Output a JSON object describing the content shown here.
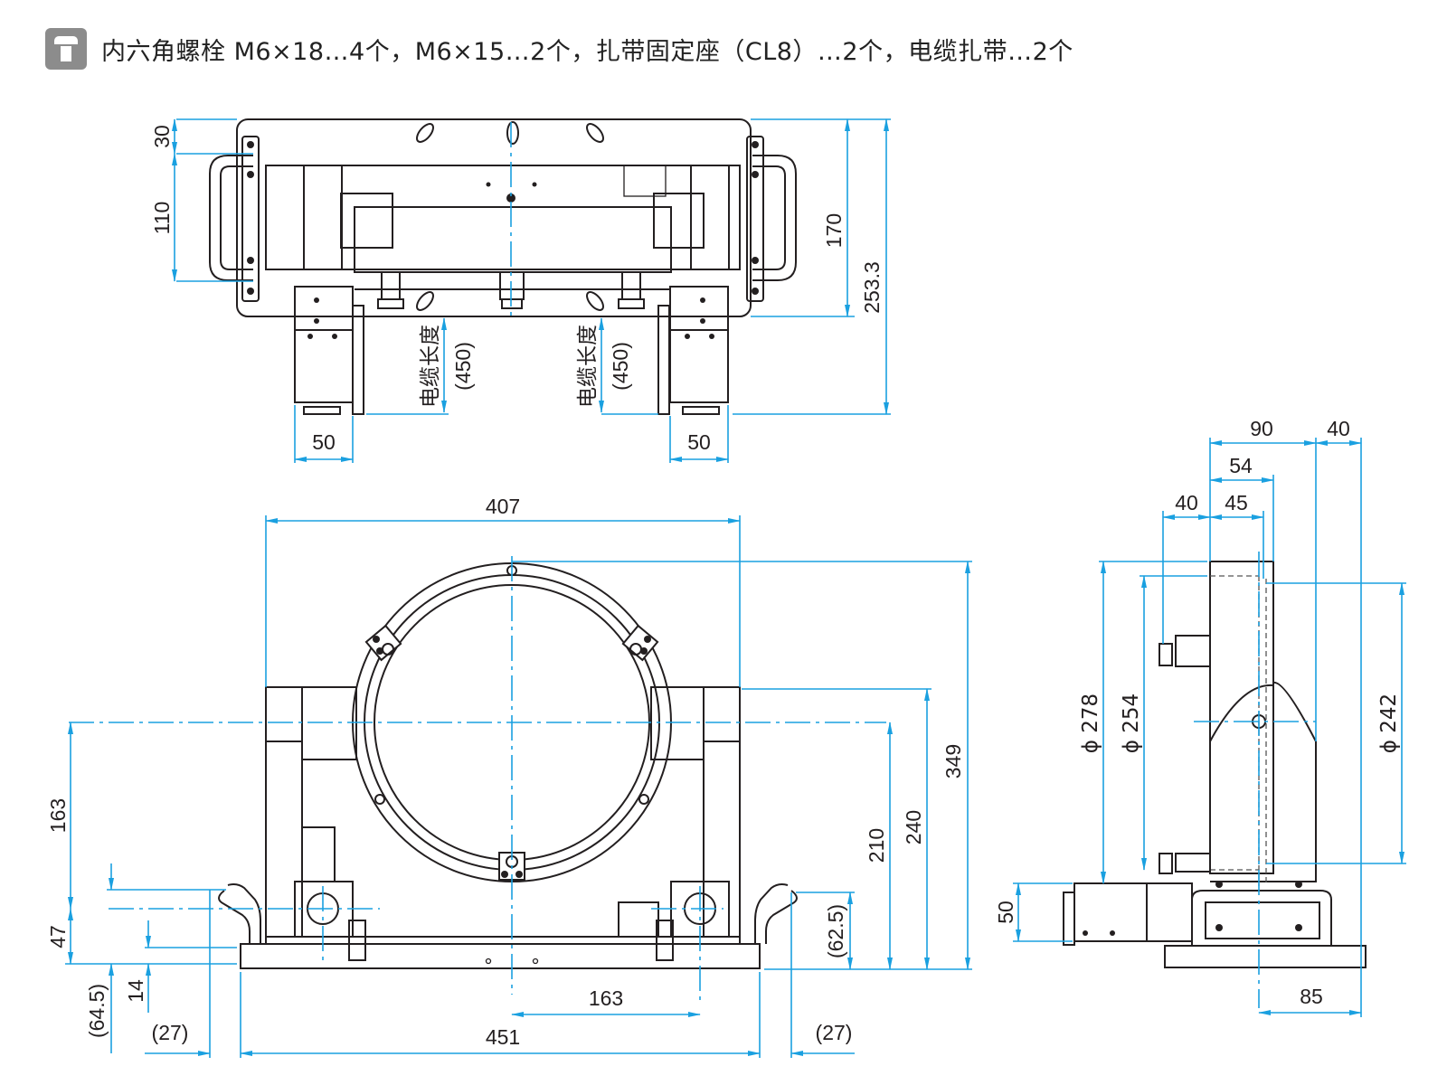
{
  "header": {
    "icon": "hex-bolt-icon",
    "parts_list": "内六角螺栓 M6×18…4个，M6×15…2个，扎带固定座（CL8）…2个，电缆扎带…2个"
  },
  "top_view": {
    "dims": {
      "d30": "30",
      "d110": "110",
      "d170": "170",
      "d253": "253.3",
      "d50_left": "50",
      "d50_right": "50"
    },
    "cable_label_left": "电缆长度",
    "cable_value_left": "(450)",
    "cable_label_right": "电缆长度",
    "cable_value_right": "(450)"
  },
  "front_view": {
    "dims": {
      "d407": "407",
      "d349": "349",
      "d240": "240",
      "d210": "210",
      "d62_5": "(62.5)",
      "d163_v": "163",
      "d47": "47",
      "d14": "14",
      "d64_5": "(64.5)",
      "d27_left": "(27)",
      "d27_right": "(27)",
      "d451": "451",
      "d163_h": "163"
    }
  },
  "side_view": {
    "dims": {
      "d90": "90",
      "d40_top": "40",
      "d54": "54",
      "d40_left": "40",
      "d45": "45",
      "phi278": "ϕ 278",
      "phi254": "ϕ 254",
      "phi242": "ϕ 242",
      "d50": "50",
      "d85": "85"
    }
  }
}
